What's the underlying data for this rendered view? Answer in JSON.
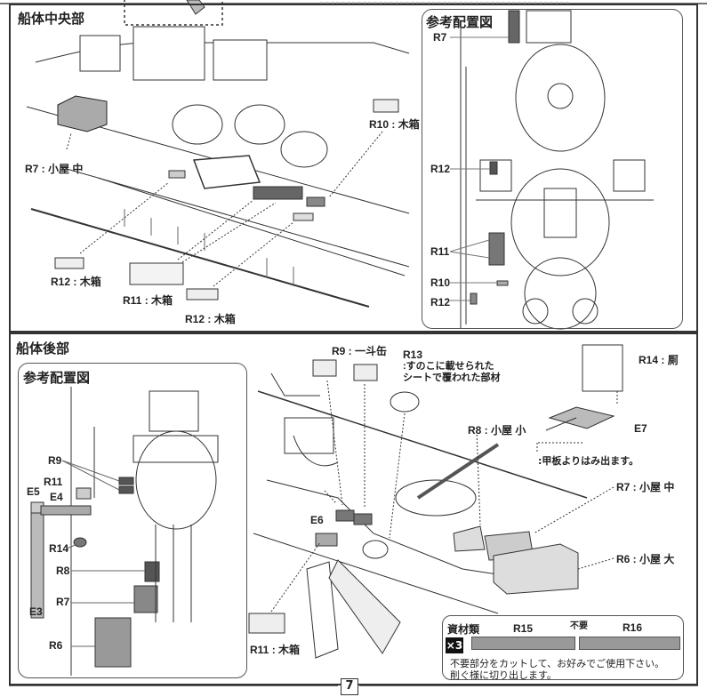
{
  "sections": {
    "mid": {
      "title": "船体中央部",
      "callouts": [
        {
          "id": "r7",
          "code": "R7",
          "name": "小屋 中"
        },
        {
          "id": "r10",
          "code": "R10",
          "name": "木箱"
        },
        {
          "id": "r12a",
          "code": "R12",
          "name": "木箱"
        },
        {
          "id": "r11",
          "code": "R11",
          "name": "木箱"
        },
        {
          "id": "r12b",
          "code": "R12",
          "name": "木箱"
        }
      ],
      "reference": {
        "title": "参考配置図",
        "labels": [
          "R7",
          "R12",
          "R11",
          "R10",
          "R12"
        ]
      }
    },
    "aft": {
      "title": "船体後部",
      "reference": {
        "title": "参考配置図",
        "labels": [
          "R9",
          "R11",
          "E5",
          "E4",
          "R14",
          "R8",
          "R7",
          "E3",
          "R6"
        ]
      },
      "callouts": [
        {
          "id": "r9",
          "code": "R9",
          "name": "一斗缶"
        },
        {
          "id": "r13",
          "code": "R13",
          "line1": ":すのこに載せられた",
          "line2": "シートで覆われた部材"
        },
        {
          "id": "r14",
          "code": "R14",
          "name": "厠"
        },
        {
          "id": "e7",
          "code": "E7"
        },
        {
          "id": "r8",
          "code": "R8",
          "name": "小屋 小"
        },
        {
          "id": "r7",
          "code": "R7",
          "name": "小屋 中"
        },
        {
          "id": "r6",
          "code": "R6",
          "name": "小屋 大"
        },
        {
          "id": "e6",
          "code": "E6"
        },
        {
          "id": "r11",
          "code": "R11",
          "name": "木箱"
        }
      ],
      "overhang_note": ":甲板よりはみ出ます。"
    }
  },
  "materials": {
    "title": "資材類",
    "multiplier": "×3",
    "r15": "R15",
    "r16": "R16",
    "unneeded": "不要",
    "note1": "不要部分をカットして、お好みでご使用下さい。",
    "note2": "削ぐ様に切り出します。"
  },
  "page_number": "7",
  "colors": {
    "line": "#333333",
    "part_dark": "#555555",
    "part_mid": "#888888",
    "material_strip": "#999999"
  }
}
